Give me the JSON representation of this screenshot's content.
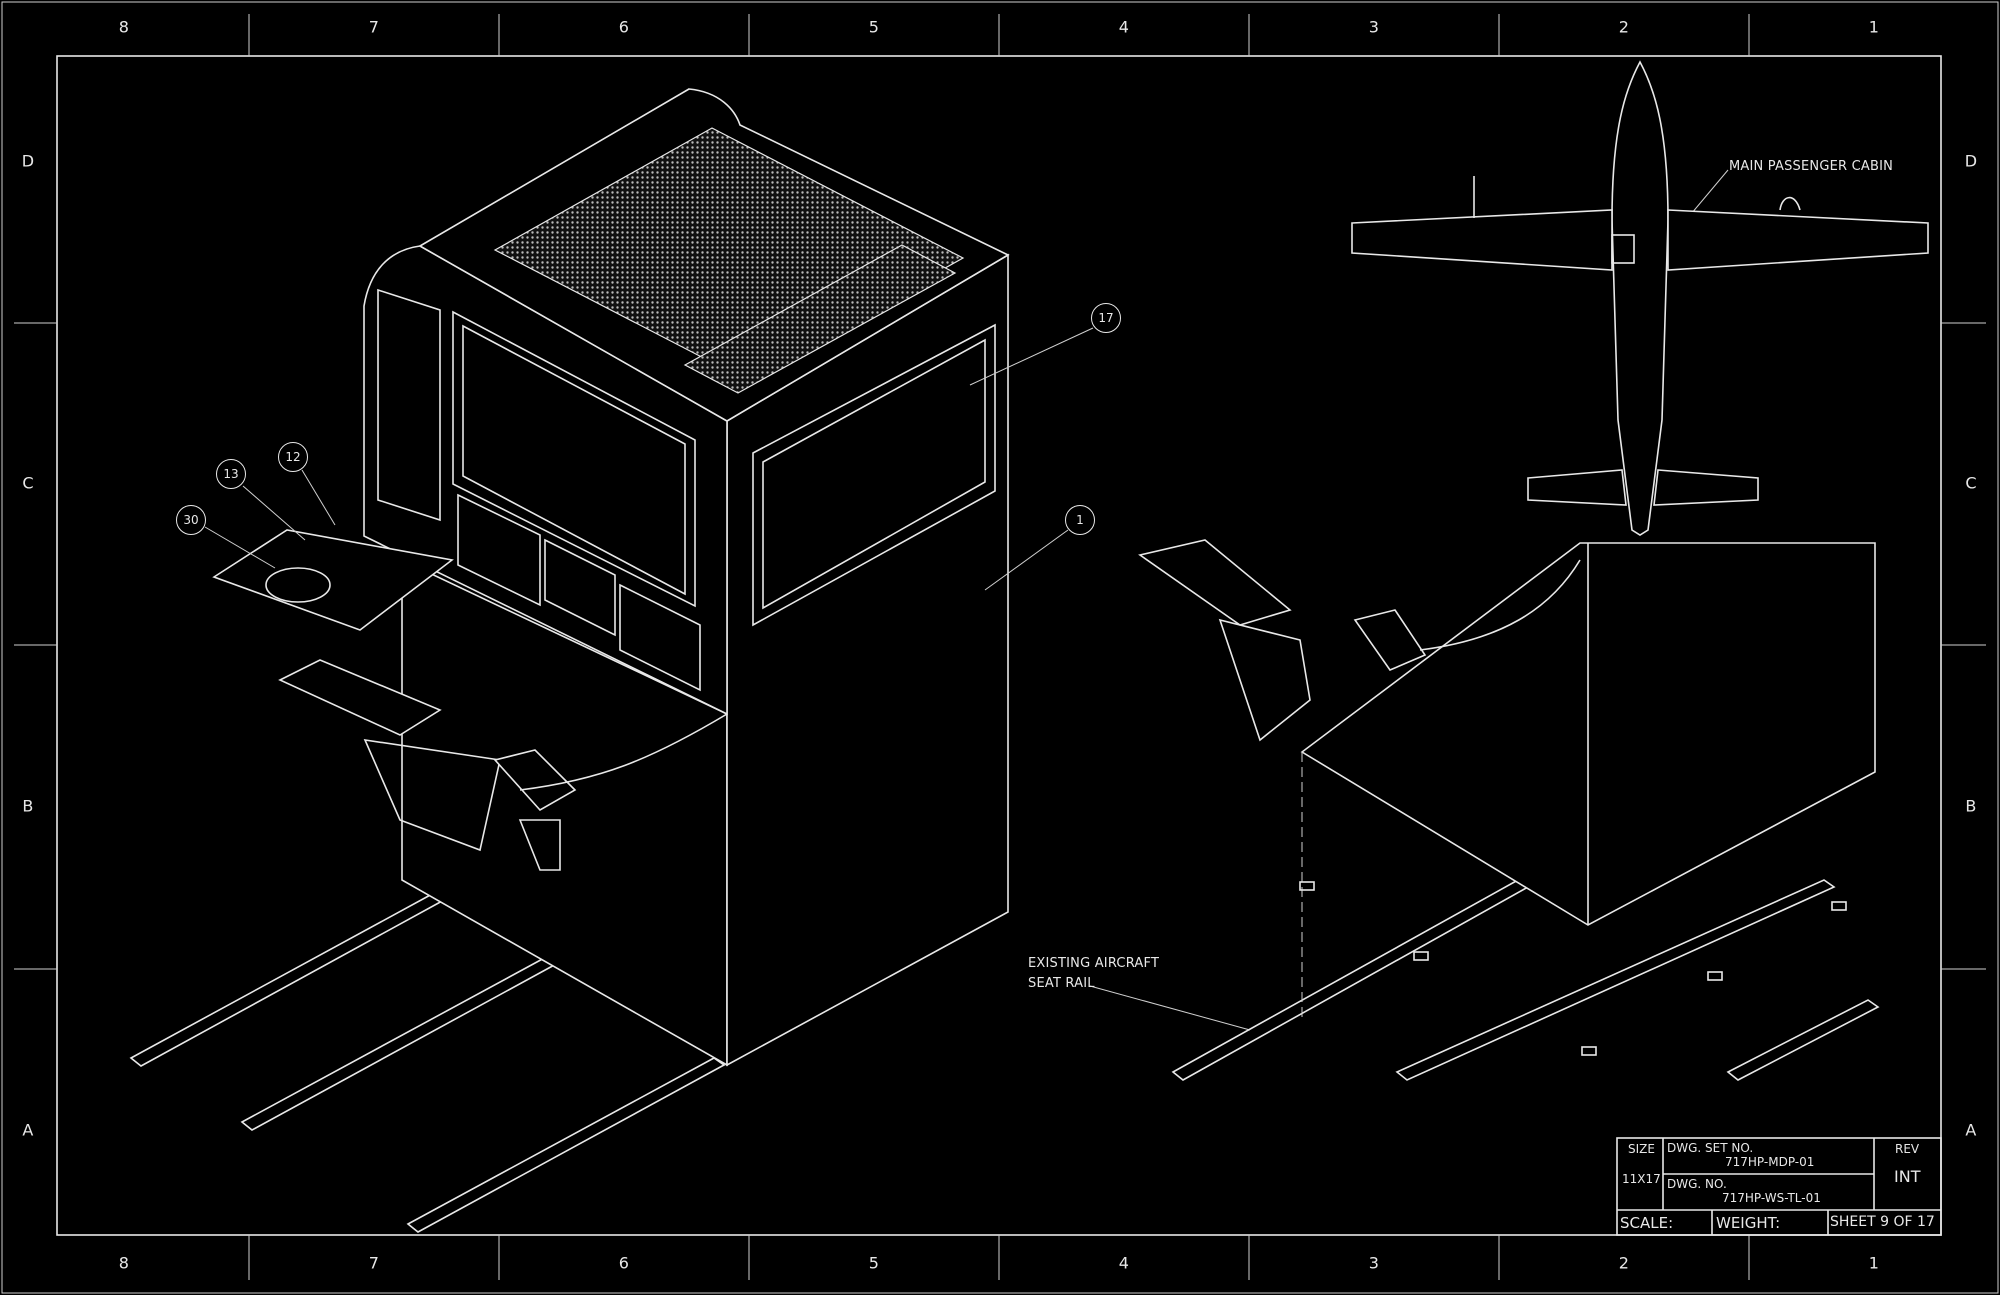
{
  "zones": {
    "columns": [
      "8",
      "7",
      "6",
      "5",
      "4",
      "3",
      "2",
      "1"
    ],
    "rows": [
      "D",
      "C",
      "B",
      "A"
    ]
  },
  "callouts": {
    "c17": "17",
    "c1": "1",
    "c12": "12",
    "c13": "13",
    "c30": "30"
  },
  "annotations": {
    "main_cabin": "MAIN PASSENGER CABIN",
    "seat_rail_line1": "EXISTING AIRCRAFT",
    "seat_rail_line2": "SEAT RAIL"
  },
  "title_block": {
    "size_label": "SIZE",
    "size_value": "11X17",
    "dwg_set_label": "DWG. SET NO.",
    "dwg_set_value": "717HP-MDP-01",
    "dwg_no_label": "DWG.  NO.",
    "dwg_no_value": "717HP-WS-TL-01",
    "rev_label": "REV",
    "rev_value": "INT",
    "scale_label": "SCALE:",
    "weight_label": "WEIGHT:",
    "sheet": "SHEET 9 OF 17"
  },
  "colors": {
    "background": "#000000",
    "line": "#e8e8e8"
  }
}
